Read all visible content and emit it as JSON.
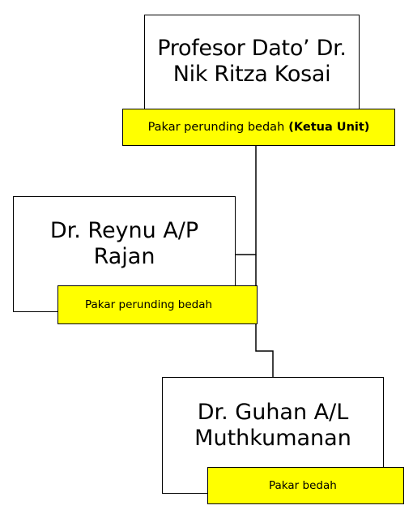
{
  "diagram": {
    "nodes": [
      {
        "id": "head",
        "name_lines": [
          "Profesor Dato’ Dr.",
          "Nik Ritza Kosai"
        ],
        "role": "Pakar perunding bedah",
        "role_emphasis": "(Ketua Unit)"
      },
      {
        "id": "member-1",
        "name_lines": [
          "Dr. Reynu A/P",
          "Rajan"
        ],
        "role": "Pakar perunding bedah"
      },
      {
        "id": "member-2",
        "name_lines": [
          "Dr. Guhan A/L",
          "Muthkumanan"
        ],
        "role": "Pakar bedah"
      }
    ],
    "edges": [
      {
        "from": "head",
        "to": "member-1"
      },
      {
        "from": "head",
        "to": "member-2"
      }
    ],
    "colors": {
      "tag_fill": "#ffff00",
      "box_fill": "#ffffff",
      "stroke": "#000000"
    }
  }
}
